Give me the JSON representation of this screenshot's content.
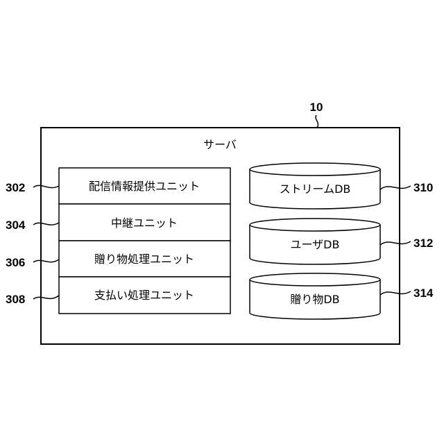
{
  "server": {
    "ref": "10",
    "title": "サーバ"
  },
  "units": [
    {
      "ref": "302",
      "label": "配信情報提供ユニット"
    },
    {
      "ref": "304",
      "label": "中継ユニット"
    },
    {
      "ref": "306",
      "label": "贈り物処理ユニット"
    },
    {
      "ref": "308",
      "label": "支払い処理ユニット"
    }
  ],
  "databases": [
    {
      "ref": "310",
      "label": "ストリームDB"
    },
    {
      "ref": "312",
      "label": "ユーザDB"
    },
    {
      "ref": "314",
      "label": "贈り物DB"
    }
  ]
}
